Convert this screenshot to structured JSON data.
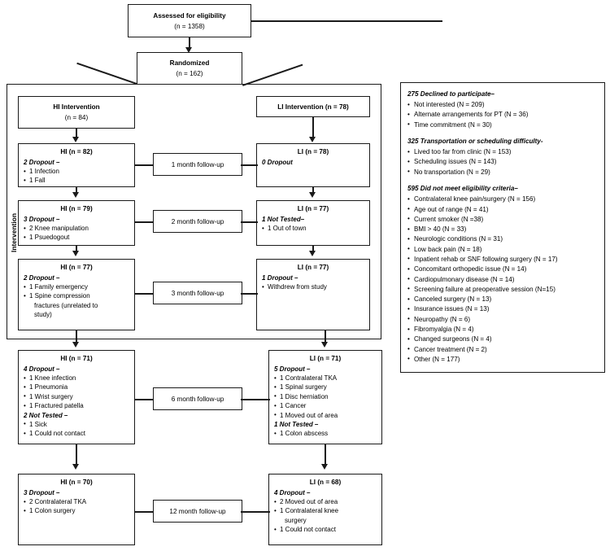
{
  "diagram": {
    "vertical_label": "Intervention",
    "top": {
      "assessed": {
        "title": "Assessed for eligibility",
        "n": "(n = 1358)"
      },
      "randomized": {
        "title": "Randomized",
        "n": "(n = 162)"
      }
    },
    "arms": {
      "hi_header": {
        "title": "HI Intervention",
        "n": "(n = 84)"
      },
      "li_header": {
        "title": "LI Intervention (n = 78)"
      }
    },
    "followups": [
      {
        "label": "1 month follow-up"
      },
      {
        "label": "2 month follow-up"
      },
      {
        "label": "3 month follow-up"
      },
      {
        "label": "6 month follow-up"
      },
      {
        "label": "12 month follow-up"
      }
    ],
    "hi_stages": [
      {
        "title": "HI (n = 82)",
        "groups": [
          {
            "heading": "2 Dropout –",
            "items": [
              "1 Infection",
              "1 Fall"
            ]
          }
        ]
      },
      {
        "title": "HI (n = 79)",
        "groups": [
          {
            "heading": "3 Dropout –",
            "items": [
              "2 Knee manipulation",
              "1 Psuedogout"
            ]
          }
        ]
      },
      {
        "title": "HI (n = 77)",
        "groups": [
          {
            "heading": "2 Dropout –",
            "items": [
              "1 Family emergency",
              "1 Spine compression",
              "fractures (unrelated to",
              "study)"
            ],
            "continuation_from": 2
          }
        ]
      },
      {
        "title": "HI (n = 71)",
        "groups": [
          {
            "heading": "4 Dropout –",
            "items": [
              "1 Knee infection",
              "1 Pneumonia",
              "1 Wrist surgery",
              "1 Fractured  patella"
            ]
          },
          {
            "heading": "2 Not Tested –",
            "items": [
              "1 Sick",
              "1 Could not contact"
            ]
          }
        ]
      },
      {
        "title": "HI (n = 70)",
        "groups": [
          {
            "heading": "3 Dropout –",
            "items": [
              "2 Contralateral  TKA",
              "1 Colon surgery"
            ]
          }
        ]
      }
    ],
    "li_stages": [
      {
        "title": "LI (n = 78)",
        "groups": [
          {
            "heading": "0 Dropout",
            "items": []
          }
        ]
      },
      {
        "title": "LI (n = 77)",
        "groups": [
          {
            "heading": "1 Not Tested–",
            "items": [
              "1 Out of town"
            ]
          }
        ]
      },
      {
        "title": "LI (n = 77)",
        "groups": [
          {
            "heading": "1 Dropout –",
            "items": [
              "Withdrew from study"
            ]
          }
        ]
      },
      {
        "title": "LI (n = 71)",
        "groups": [
          {
            "heading": "5 Dropout –",
            "items": [
              "1 Contralateral  TKA",
              "1 Spinal surgery",
              "1 Disc herniation",
              "1 Cancer",
              "1 Moved out of area"
            ]
          },
          {
            "heading": "1 Not Tested  –",
            "items": [
              "1 Colon abscess"
            ]
          }
        ]
      },
      {
        "title": "LI (n = 68)",
        "groups": [
          {
            "heading": "4 Dropout –",
            "items": [
              "2 Moved out of area",
              "1 Contralateral  knee",
              "surgery",
              "1 Could not contact"
            ],
            "continuation_from": 2
          }
        ]
      }
    ],
    "exclusions": [
      {
        "heading": "275 Declined to participate–",
        "items": [
          "Not interested  (N = 209)",
          "Alternate  arrangements  for PT (N = 36)",
          "Time  commitment  (N = 30)"
        ]
      },
      {
        "heading": "325 Transportation or scheduling difficulty-",
        "items": [
          "Lived too far from clinic (N = 153)",
          "Scheduling issues (N = 143)",
          "No transportation  (N = 29)"
        ]
      },
      {
        "heading": "595 Did not meet eligibility criteria–",
        "items": [
          "Contralateral  knee pain/surgery (N = 156)",
          "Age out of range (N = 41)",
          "Current  smoker  (N =38)",
          "BMI > 40 (N = 33)",
          "Neurologic  conditions (N = 31)",
          "Low back pain (N = 18)",
          "Inpatient rehab or SNF following surgery (N = 17)",
          "Concomitant orthopedic issue (N = 14)",
          "Cardiopulmonary  disease (N = 14)",
          "Screening  failure  at preoperative  session (N=15)",
          "Canceled  surgery (N = 13)",
          "Insurance issues (N = 13)",
          "Neuropathy (N = 6)",
          "Fibromyalgia  (N = 4)",
          "Changed  surgeons (N = 4)",
          "Cancer treatment   (N = 2)",
          "Other (N = 177)"
        ]
      }
    ]
  }
}
